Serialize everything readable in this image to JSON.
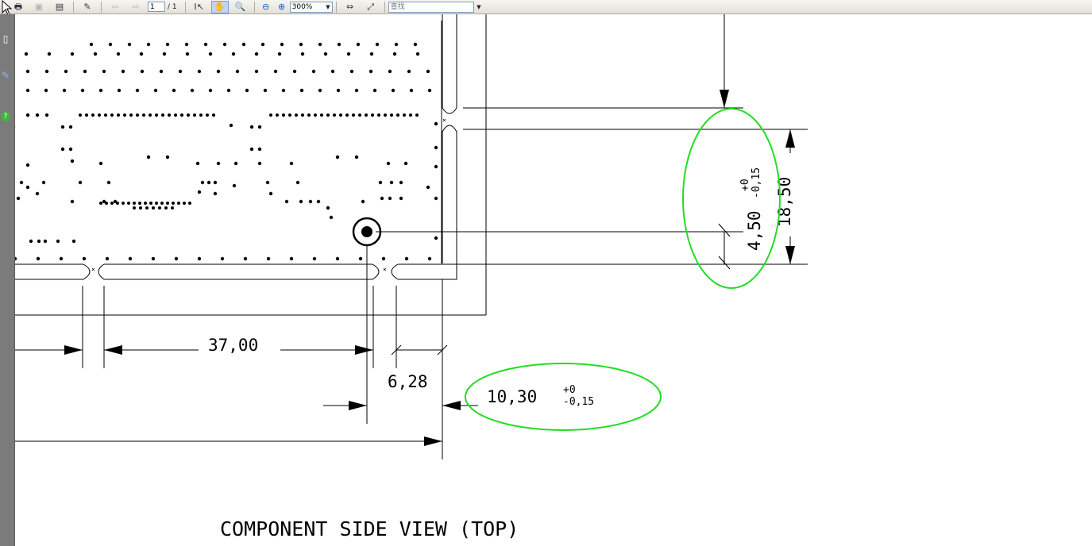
{
  "toolbar": {
    "page_current": "1",
    "page_total": "/ 1",
    "zoom": "300%",
    "search_placeholder": "查找"
  },
  "drawing": {
    "dim_37": "37,00",
    "dim_628": "6,28",
    "dim_1030": "10,30",
    "tol_upper": "+0",
    "tol_lower": "-0,15",
    "dim_450": "4,50",
    "dim_1850": "18,50",
    "title": "COMPONENT SIDE VIEW (TOP)"
  },
  "colors": {
    "highlight": "#22dd22",
    "nav_pane": "#7b7b7b"
  }
}
